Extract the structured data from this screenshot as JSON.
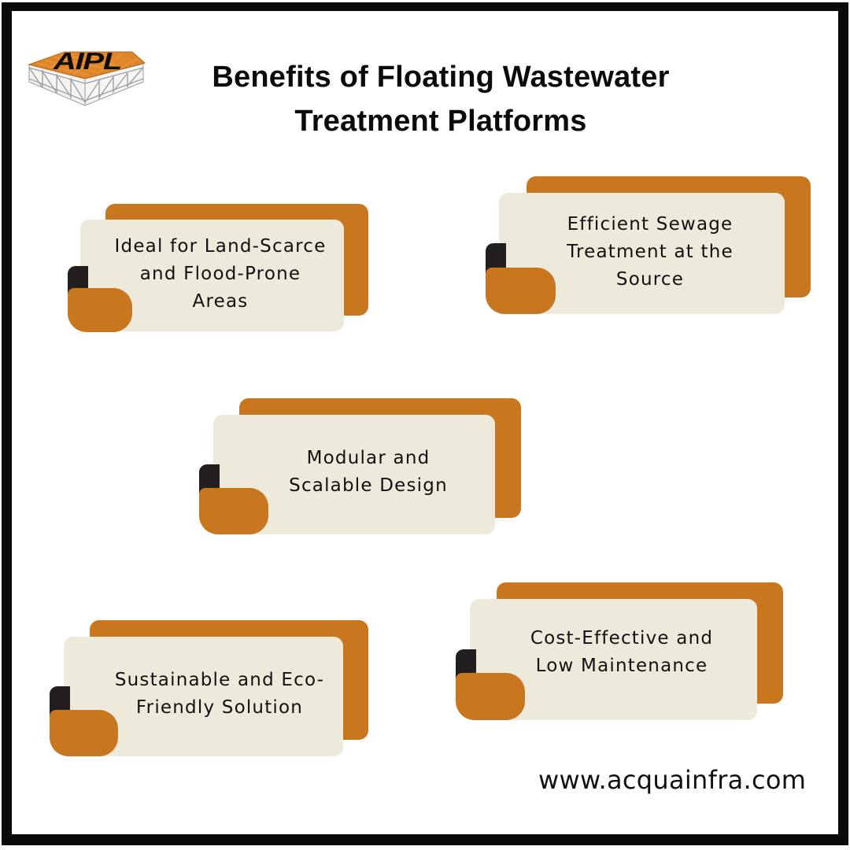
{
  "header": {
    "logo_text": "AIPL",
    "title_line1": "Benefits of Floating Wastewater",
    "title_line2": "Treatment Platforms"
  },
  "benefits": [
    {
      "lines": [
        "Ideal for Land-Scarce",
        "and Flood-Prone",
        "Areas"
      ]
    },
    {
      "lines": [
        "Efficient Sewage",
        "Treatment at the",
        "Source"
      ]
    },
    {
      "lines": [
        "Modular and",
        "Scalable Design"
      ]
    },
    {
      "lines": [
        "Sustainable and Eco-",
        "Friendly Solution"
      ]
    },
    {
      "lines": [
        "Cost-Effective and",
        "Low Maintenance"
      ]
    }
  ],
  "footer": {
    "website": "www.acquainfra.com"
  },
  "colors": {
    "accent": "#C8771E",
    "card": "#EDEADC",
    "tab": "#231F20",
    "frame": "#0A0A0A"
  }
}
